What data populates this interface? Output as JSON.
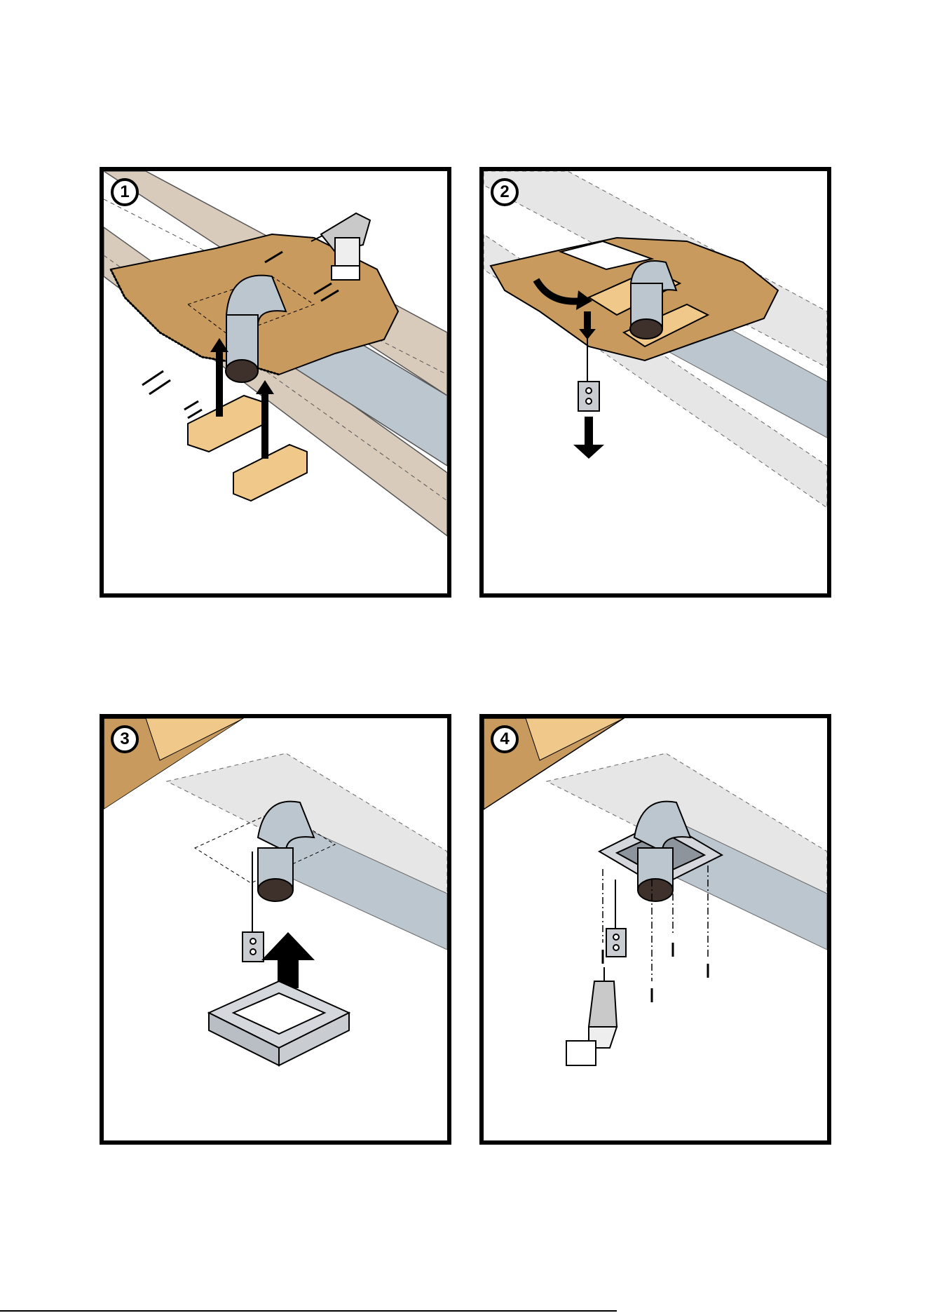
{
  "steps": [
    {
      "number": "1"
    },
    {
      "number": "2"
    },
    {
      "number": "3"
    },
    {
      "number": "4"
    }
  ],
  "colors": {
    "wood": "#c99a5e",
    "wood_light": "#f0c98a",
    "joist_faded": "#d9cbbb",
    "duct_grey": "#bcc6cf",
    "duct_inside": "#3e302b",
    "metal": "#d4d8dc",
    "ceiling_grey": "#e6e6e6"
  },
  "icons": [
    "drill-icon",
    "screw-icon",
    "arrow-up-icon",
    "arrow-down-icon",
    "electrical-box-icon",
    "mounting-frame-icon",
    "flexible-duct-icon"
  ]
}
